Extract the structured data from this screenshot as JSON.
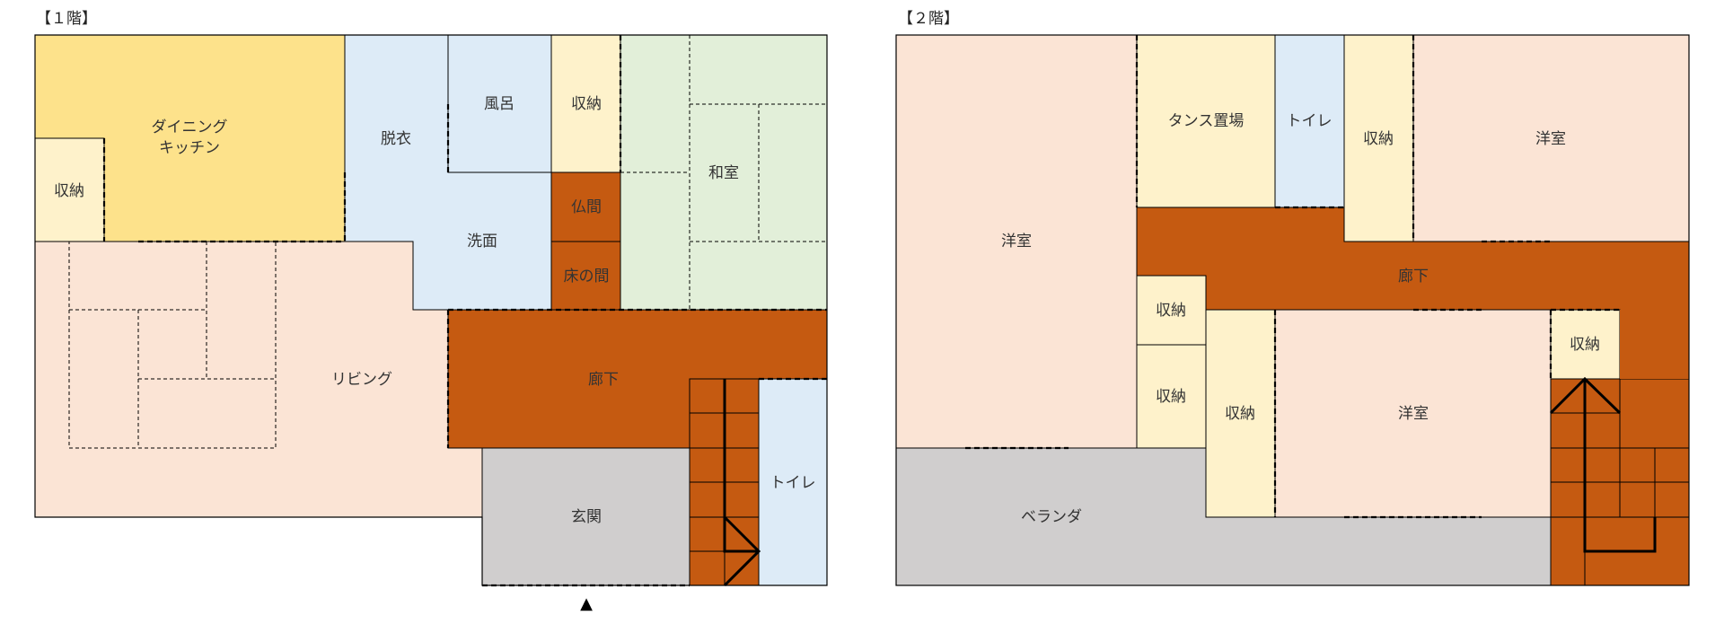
{
  "floors": {
    "first": {
      "title": "【１階】",
      "labels": {
        "dining_kitchen_line1": "ダイニング",
        "dining_kitchen_line2": "キッチン",
        "storage_left": "収納",
        "changing_room": "脱衣",
        "bath": "風呂",
        "storage_top": "収納",
        "buddhist_altar": "仏間",
        "alcove": "床の間",
        "washroom": "洗面",
        "japanese_room": "和室",
        "living": "リビング",
        "hallway": "廊下",
        "entrance": "玄関",
        "toilet": "トイレ"
      },
      "entrance_marker": "▲"
    },
    "second": {
      "title": "【２階】",
      "labels": {
        "western_room_left": "洋室",
        "wardrobe": "タンス置場",
        "toilet": "トイレ",
        "storage_top": "収納",
        "western_room_right": "洋室",
        "hallway": "廊下",
        "storage_a": "収納",
        "storage_b": "収納",
        "storage_tall": "収納",
        "western_room_center": "洋室",
        "storage_stair": "収納",
        "veranda": "ベランダ"
      }
    }
  },
  "colors": {
    "yellow": "#fde28b",
    "cream": "#fef2cb",
    "blue": "#ddebf7",
    "green": "#e2efd9",
    "pink": "#fbe4d5",
    "brown": "#c55a11",
    "gray": "#d0cece",
    "line": "#000000"
  }
}
